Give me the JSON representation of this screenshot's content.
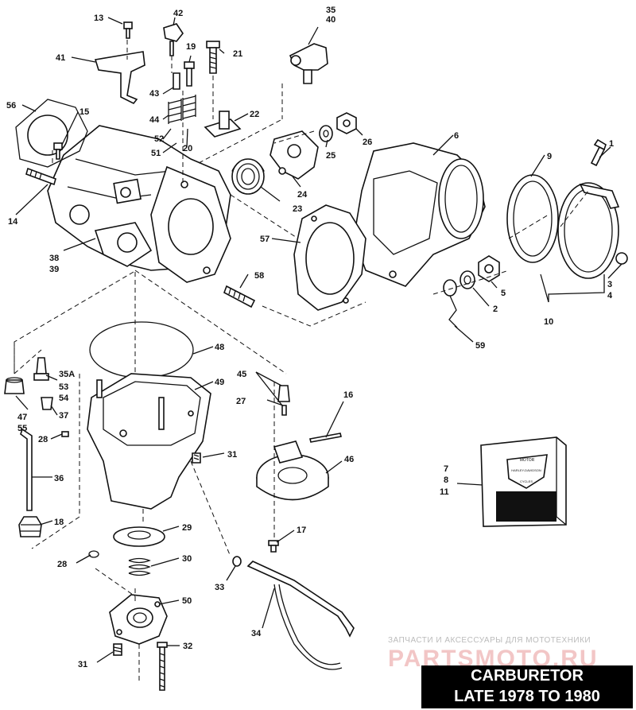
{
  "title": {
    "line1": "CARBURETOR",
    "line2": "LATE 1978 TO 1980"
  },
  "watermark": {
    "caption": "ЗАПЧАСТИ И АКСЕССУАРЫ ДЛЯ МОТОТЕХНИКИ",
    "brand": "PARTSMOTO.RU"
  },
  "decal": {
    "top": "MOTOR",
    "mid": "HARLEY-DAVIDSON",
    "bottom": "CYCLES"
  },
  "labels": [
    "13",
    "42",
    "35",
    "40",
    "19",
    "21",
    "41",
    "43",
    "56",
    "15",
    "44",
    "52",
    "20",
    "51",
    "22",
    "26",
    "25",
    "6",
    "1",
    "9",
    "14",
    "24",
    "23",
    "57",
    "38",
    "39",
    "58",
    "5",
    "2",
    "3",
    "4",
    "10",
    "59",
    "48",
    "35A",
    "53",
    "54",
    "47",
    "55",
    "45",
    "27",
    "16",
    "49",
    "37",
    "28",
    "31",
    "46",
    "36",
    "18",
    "17",
    "29",
    "28",
    "30",
    "33",
    "50",
    "34",
    "32",
    "31",
    "7",
    "8",
    "11"
  ]
}
